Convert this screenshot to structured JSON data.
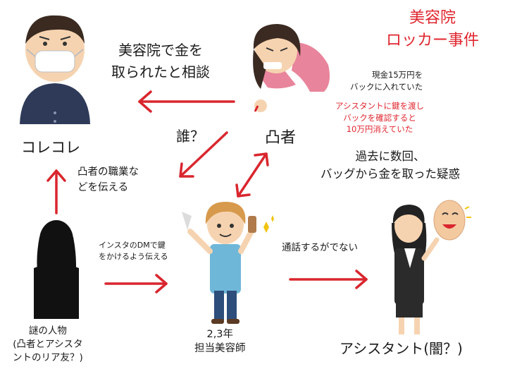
{
  "title": {
    "line1": "美容院",
    "line2": "ロッカー事件"
  },
  "consult_caption": {
    "line1": "美容院で金を",
    "line2": "取られたと相談"
  },
  "labels": {
    "kolekole": "コレコレ",
    "totsu": "凸者",
    "dare": "誰？",
    "stylist_line1": "2,3年",
    "stylist_line2": "担当美容師",
    "assistant": "アシスタント(闇？)",
    "mystery_line1": "謎の人物",
    "mystery_line2": "(凸者とアシスタ",
    "mystery_line3": "ントのリア友？)"
  },
  "notes": {
    "cash_line1": "現金15万円を",
    "cash_line2": "バックに入れていた",
    "assist_line1": "アシスタントに鍵を渡し",
    "assist_line2": "バックを確認すると",
    "assist_line3": "10万円消えていた",
    "suspicion_line1": "過去に数回、",
    "suspicion_line2": "バッグから金を取った疑惑",
    "job_line1": "凸者の職業な",
    "job_line2": "どを伝える",
    "insta_line1": "インスタのDMで鍵",
    "insta_line2": "をかけるよう伝える",
    "nocall": "通話するがでない"
  },
  "colors": {
    "accent": "#e0262f",
    "arrow": "#d9262e"
  }
}
